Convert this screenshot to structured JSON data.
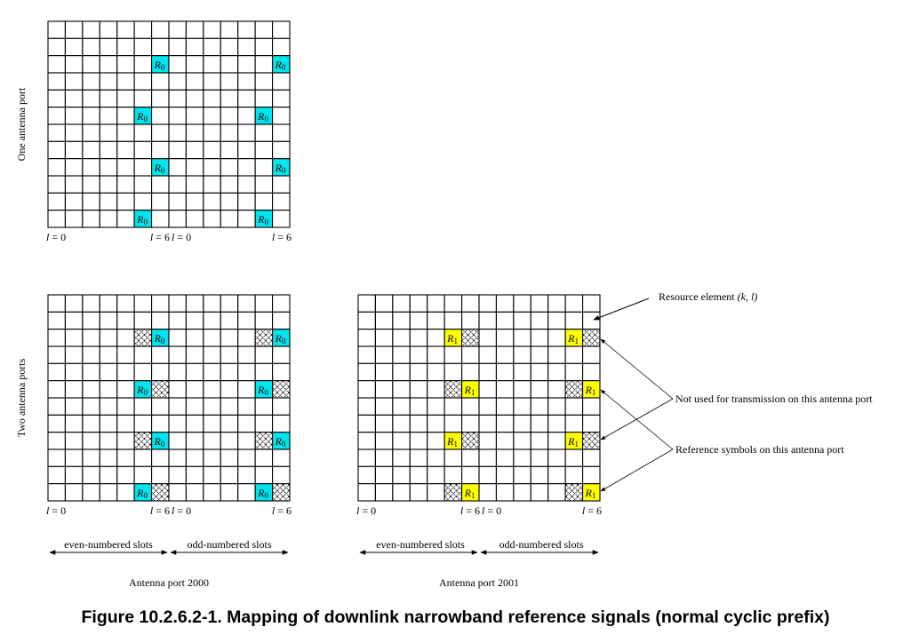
{
  "figure": {
    "caption": "Figure 10.2.6.2-1. Mapping of downlink narrowband reference signals (normal cyclic prefix)",
    "colors": {
      "port0": "#00e5ee",
      "port1": "#ffff00",
      "grid_line": "#000000"
    },
    "grid": {
      "columns": 14,
      "rows": 12
    },
    "row_labels": [
      "One antenna port",
      "Two antenna ports"
    ],
    "symbol_labels": {
      "l0": "l = 0",
      "l6": "l = 6"
    },
    "panels": [
      {
        "id": "one-port",
        "row_label_index": 0,
        "reference_symbol": {
          "letter": "R",
          "subscript": "0",
          "color_key": "port0"
        },
        "ref_cells": [
          [
            2,
            6
          ],
          [
            2,
            13
          ],
          [
            5,
            5
          ],
          [
            5,
            12
          ],
          [
            8,
            6
          ],
          [
            8,
            13
          ],
          [
            11,
            5
          ],
          [
            11,
            12
          ]
        ],
        "unused_cells": []
      },
      {
        "id": "two-port-2000",
        "row_label_index": 1,
        "reference_symbol": {
          "letter": "R",
          "subscript": "0",
          "color_key": "port0"
        },
        "ref_cells": [
          [
            2,
            6
          ],
          [
            2,
            13
          ],
          [
            5,
            5
          ],
          [
            5,
            12
          ],
          [
            8,
            6
          ],
          [
            8,
            13
          ],
          [
            11,
            5
          ],
          [
            11,
            12
          ]
        ],
        "unused_cells": [
          [
            2,
            5
          ],
          [
            2,
            12
          ],
          [
            5,
            6
          ],
          [
            5,
            13
          ],
          [
            8,
            5
          ],
          [
            8,
            12
          ],
          [
            11,
            6
          ],
          [
            11,
            13
          ]
        ],
        "slot_labels": {
          "even": "even-numbered slots",
          "odd": "odd-numbered slots"
        },
        "port_label": "Antenna port 2000"
      },
      {
        "id": "two-port-2001",
        "row_label_index": null,
        "reference_symbol": {
          "letter": "R",
          "subscript": "1",
          "color_key": "port1"
        },
        "ref_cells": [
          [
            2,
            5
          ],
          [
            2,
            12
          ],
          [
            5,
            6
          ],
          [
            5,
            13
          ],
          [
            8,
            5
          ],
          [
            8,
            12
          ],
          [
            11,
            6
          ],
          [
            11,
            13
          ]
        ],
        "unused_cells": [
          [
            2,
            6
          ],
          [
            2,
            13
          ],
          [
            5,
            5
          ],
          [
            5,
            12
          ],
          [
            8,
            6
          ],
          [
            8,
            13
          ],
          [
            11,
            5
          ],
          [
            11,
            12
          ]
        ],
        "slot_labels": {
          "even": "even-numbered slots",
          "odd": "odd-numbered slots"
        },
        "port_label": "Antenna port 2001"
      }
    ],
    "annotations": {
      "resource_element": {
        "text": "Resource element ",
        "math": "(k, l)"
      },
      "not_used": "Not used for transmission on this antenna port",
      "reference_symbols": "Reference symbols on this antenna port"
    }
  }
}
